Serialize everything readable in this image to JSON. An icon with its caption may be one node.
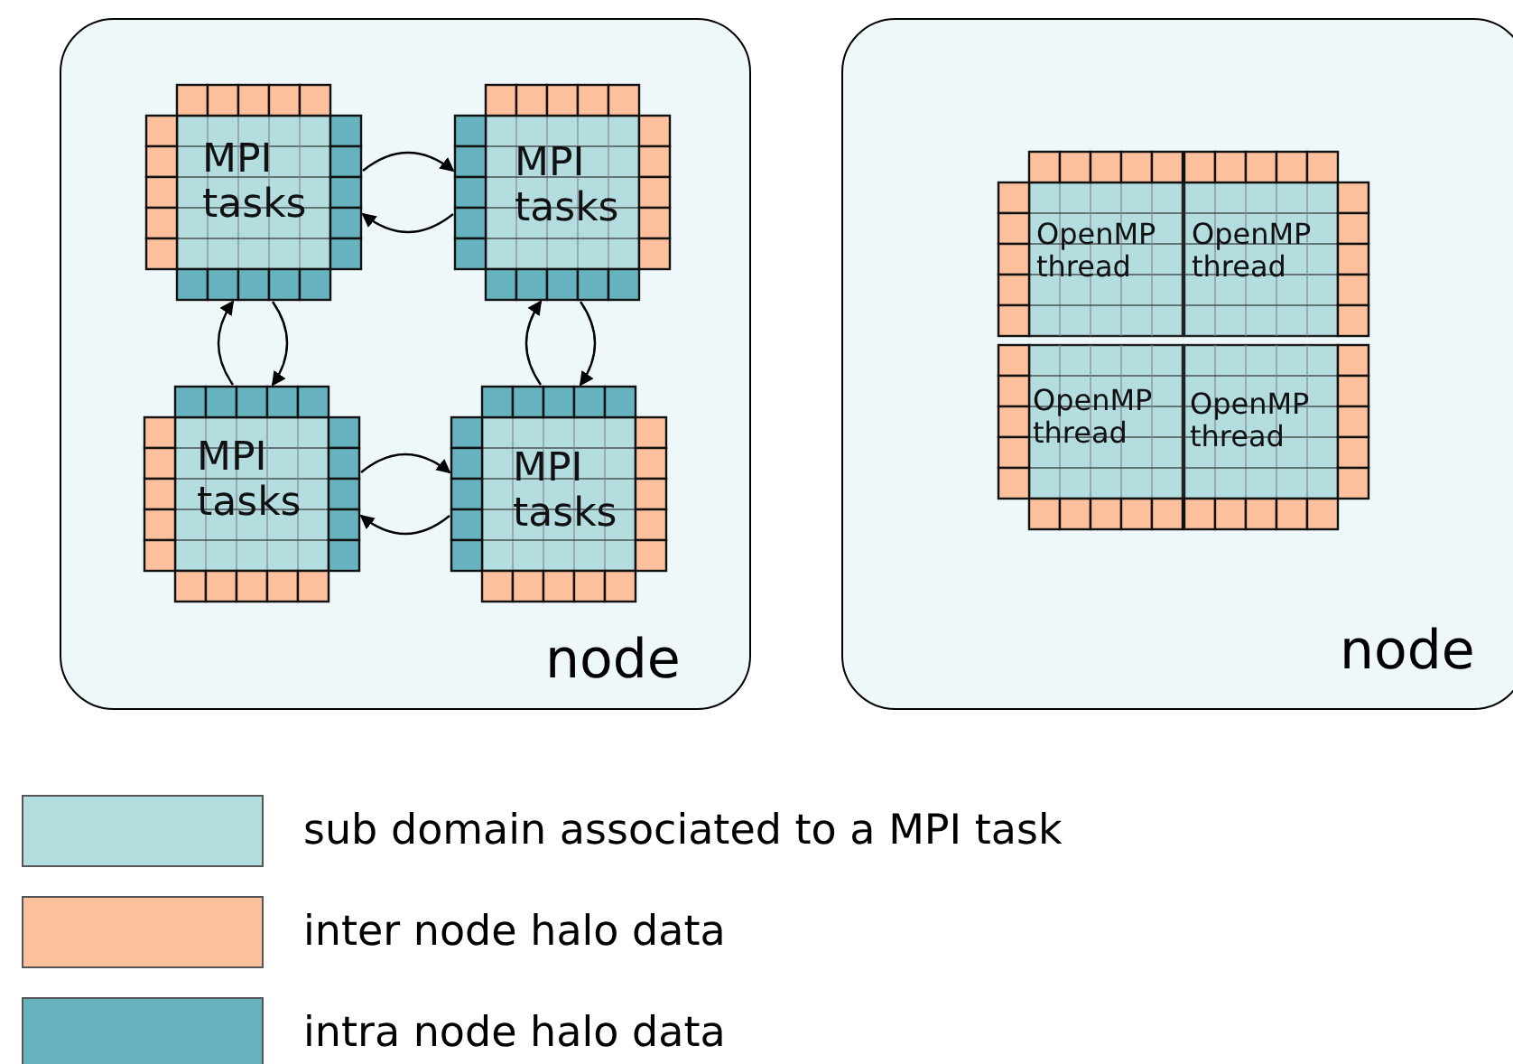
{
  "diagram": {
    "nodes": [
      {
        "text": [
          "node"
        ]
      },
      {
        "text": [
          "MPI tasks"
        ],
        "in": 0
      },
      {
        "text": [
          "MPI tasks"
        ],
        "in": 0
      },
      {
        "text": [
          "MPI tasks"
        ],
        "in": 0
      },
      {
        "text": [
          "MPI tasks"
        ],
        "in": 0
      },
      {
        "text": [
          "node"
        ]
      },
      {
        "text": [
          "OpenMP thread"
        ],
        "in": 5
      },
      {
        "text": [
          "OpenMP thread"
        ],
        "in": 5
      },
      {
        "text": [
          "OpenMP thread"
        ],
        "in": 5
      },
      {
        "text": [
          "OpenMP thread"
        ],
        "in": 5
      }
    ],
    "edges": [
      {
        "from": 1,
        "to": 2,
        "arrow": "to"
      },
      {
        "from": 2,
        "to": 1,
        "arrow": "to"
      },
      {
        "from": 1,
        "to": 3,
        "arrow": "to"
      },
      {
        "from": 3,
        "to": 1,
        "arrow": "to"
      },
      {
        "from": 2,
        "to": 4,
        "arrow": "to"
      },
      {
        "from": 4,
        "to": 2,
        "arrow": "to"
      },
      {
        "from": 3,
        "to": 4,
        "arrow": "to"
      },
      {
        "from": 4,
        "to": 3,
        "arrow": "to"
      }
    ],
    "legend": [
      {
        "text": "sub domain associated to a MPI task",
        "color": "#b3dddf"
      },
      {
        "text": "inter node halo data",
        "color": "#fdc09c"
      },
      {
        "text": "intra node halo data",
        "color": "#66b2be"
      }
    ]
  }
}
